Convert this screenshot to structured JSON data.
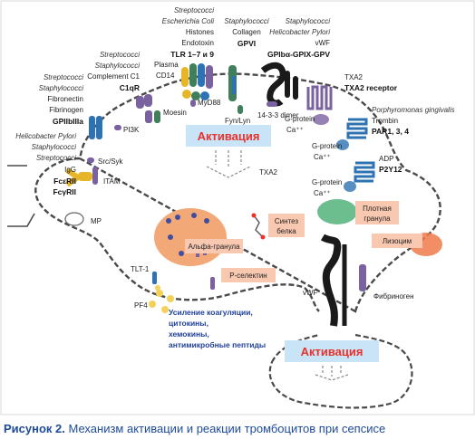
{
  "groups": {
    "complement": [
      "Streptococci",
      "Staphylococci",
      "Complement C1"
    ],
    "complement_receptor": "C1qR",
    "fibronectin": [
      "Streptococci",
      "Staphylococci",
      "Fibronectin",
      "Fibrinogen"
    ],
    "fibronectin_receptor": "GPIIbIIIa",
    "fc": [
      "Helicobacter Pylori",
      "Staphylococci",
      "Streptococci"
    ],
    "fc_igg": "IgG",
    "fc_receptors": [
      "FcεRII",
      "FcγRII"
    ],
    "tlr_italic": [
      "Streptococci",
      "Escherichia Coli"
    ],
    "tlr_plain": [
      "Histones",
      "Endotoxin"
    ],
    "tlr_receptor": "TLR 1–7 и 9",
    "gpvi_italic": [
      "Staphylococci"
    ],
    "gpvi_plain": [
      "Collagen"
    ],
    "gpvi_receptor": "GPVI",
    "gpib_italic": [
      "Staphylococci",
      "Helicobacter Pylori"
    ],
    "gpib_plain": [
      "vWF"
    ],
    "gpib_receptor": "GPIbα-GPIX-GPV",
    "plasma_cd14": [
      "Plasma",
      "CD14"
    ],
    "txa2": "TXA2",
    "txa2_receptor": "TXA2 receptor",
    "par_italic": "Porphyromonas gingivalis",
    "par_plain": "Trombin",
    "par_receptor": "PAR1, 3, 4",
    "adp": "ADP",
    "p2y12": "P2Y12"
  },
  "labels": {
    "moesin": "Moesin",
    "pi3k": "PI3K",
    "src_syk": "Src/Syk",
    "itam": "ITAM",
    "myd88": "MyD88",
    "fyn_lyn": "Fyn/Lyn",
    "dimer": "14-3-3 dimer",
    "gprotein": "G-protein",
    "ca": "Ca⁺⁺",
    "txa2_inner": "TXA2",
    "mp": "MP",
    "tlt1": "TLT-1",
    "pf4": "PF4",
    "vwf": "vWF",
    "fibrinogen": "Фибриноген"
  },
  "boxes": {
    "activation_top": "Активация",
    "activation_bottom": "Активация",
    "protein_synthesis": [
      "Синтез",
      "белка"
    ],
    "alpha_granule": "Альфа-гранула",
    "p_selectin": "Р-селектин",
    "dense_granule": [
      "Плотная",
      "гранула"
    ],
    "lysozyme": "Лизоцим"
  },
  "outcome": [
    "Усиление коагуляции,",
    "цитокины,",
    "хемокины,",
    "антимикробные пептиды"
  ],
  "caption": {
    "number": "Рисунок 2.",
    "text": "Механизм активации и реакции тромбоцитов при сепсисе"
  },
  "colors": {
    "activation_box": "#c9e4f6",
    "activation_text": "#e8322c",
    "salmon_box": "#f9c8b0",
    "alpha_granule": "#f2a877",
    "dense_granule": "#6dbe8f",
    "caption": "#1e4a9a",
    "outcome_text": "#1f3f9a",
    "receptor_green": "#3f7f5a",
    "receptor_purple": "#7a62a0",
    "receptor_blue": "#2d73b3",
    "receptor_yellow": "#e7b628"
  }
}
